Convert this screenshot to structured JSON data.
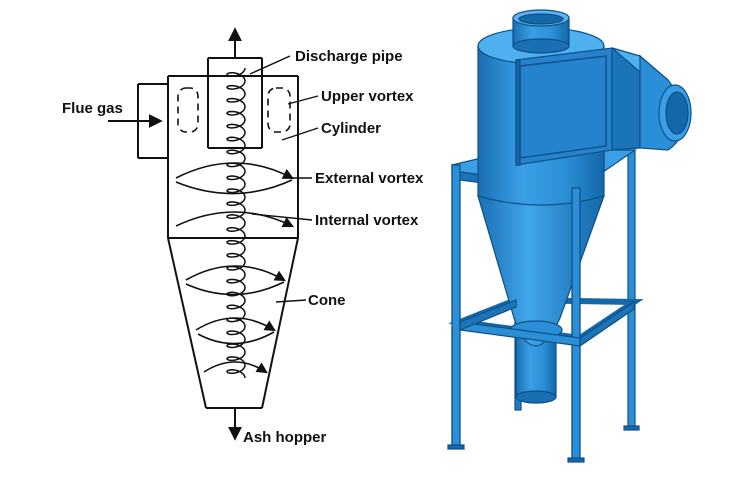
{
  "labels": {
    "discharge_pipe": "Discharge pipe",
    "flue_gas": "Flue gas",
    "upper_vortex": "Upper vortex",
    "cylinder": "Cylinder",
    "external_vortex": "External vortex",
    "internal_vortex": "Internal vortex",
    "cone": "Cone",
    "ash_hopper": "Ash hopper"
  },
  "colors": {
    "line": "#111111",
    "steel_blue": "#2a8fd6",
    "steel_light": "#5fb3ec",
    "steel_dark": "#1467a8"
  }
}
